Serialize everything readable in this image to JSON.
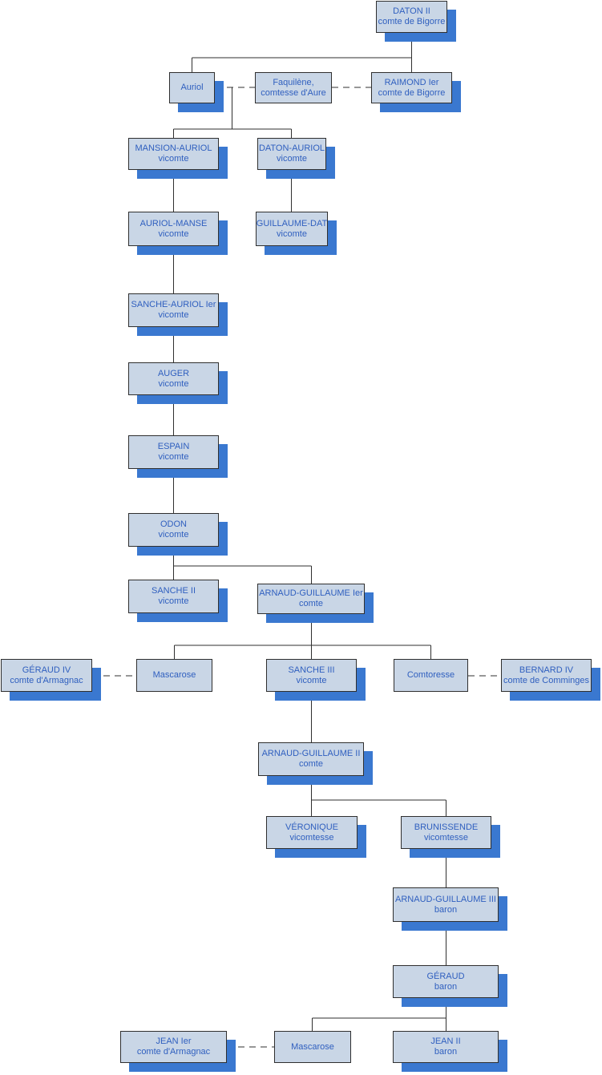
{
  "colors": {
    "box_fill": "#c9d6e6",
    "box_text": "#2f5fbf",
    "shadow": "#3a78d0",
    "line": "#2f2f2f"
  },
  "persons": {
    "daton2": {
      "name": "DATON II",
      "title": "comte de Bigorre"
    },
    "auriol": {
      "name": "Auriol",
      "title": ""
    },
    "faquilene": {
      "name": "Faquilène,",
      "title": "comtesse d'Aure"
    },
    "raimond1": {
      "name": "RAIMOND Ier",
      "title": "comte de Bigorre"
    },
    "mansion": {
      "name": "MANSION-AURIOL",
      "title": "vicomte"
    },
    "datonaur": {
      "name": "DATON-AURIOL",
      "title": "vicomte"
    },
    "aurman": {
      "name": "AURIOL-MANSE",
      "title": "vicomte"
    },
    "guildat": {
      "name": "GUILLAUME-DAT",
      "title": "vicomte"
    },
    "sanche1": {
      "name": "SANCHE-AURIOL Ier",
      "title": "vicomte"
    },
    "auger": {
      "name": "AUGER",
      "title": "vicomte"
    },
    "espain": {
      "name": "ESPAIN",
      "title": "vicomte"
    },
    "odon": {
      "name": "ODON",
      "title": "vicomte"
    },
    "sanche2": {
      "name": "SANCHE II",
      "title": "vicomte"
    },
    "ag1": {
      "name": "ARNAUD-GUILLAUME Ier",
      "title": "comte"
    },
    "geraud4": {
      "name": "GÉRAUD IV",
      "title": "comte d'Armagnac"
    },
    "mascarose1": {
      "name": "Mascarose",
      "title": ""
    },
    "sanche3": {
      "name": "SANCHE III",
      "title": "vicomte"
    },
    "comtoresse": {
      "name": "Comtoresse",
      "title": ""
    },
    "bernard4": {
      "name": "BERNARD IV",
      "title": "comte de Comminges"
    },
    "ag2": {
      "name": "ARNAUD-GUILLAUME II",
      "title": "comte"
    },
    "veronique": {
      "name": "VÉRONIQUE",
      "title": "vicomtesse"
    },
    "brunissende": {
      "name": "BRUNISSENDE",
      "title": "vicomtesse"
    },
    "ag3": {
      "name": "ARNAUD-GUILLAUME III",
      "title": "baron"
    },
    "geraud": {
      "name": "GÉRAUD",
      "title": "baron"
    },
    "jean1": {
      "name": "JEAN Ier",
      "title": "comte d'Armagnac"
    },
    "mascarose2": {
      "name": "Mascarose",
      "title": ""
    },
    "jean2": {
      "name": "JEAN II",
      "title": "baron"
    }
  }
}
